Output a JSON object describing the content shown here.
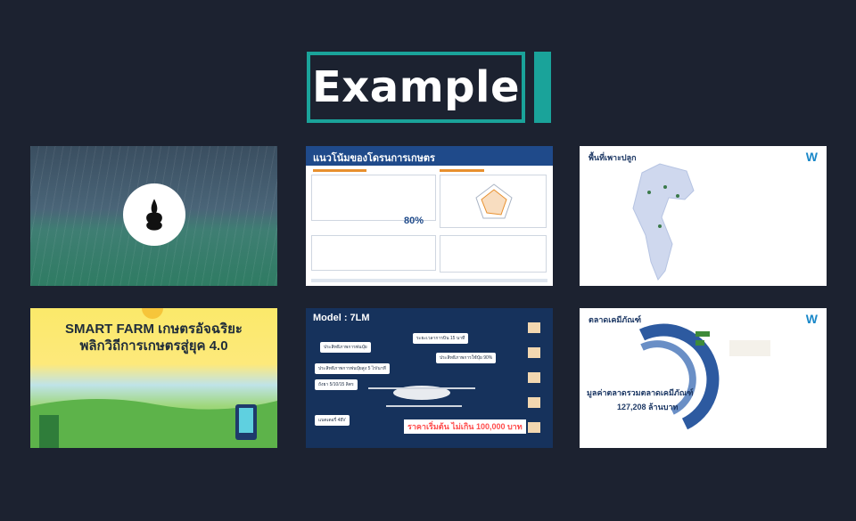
{
  "title": "Example",
  "colors": {
    "background": "#1c2230",
    "accent": "#1aa39a"
  },
  "slides": [
    {
      "id": 1,
      "kind": "cover-field-emblem"
    },
    {
      "id": 2,
      "heading": "แนวโน้มของโดรนการเกษตร",
      "stat": "80%"
    },
    {
      "id": 3,
      "heading": "พื้นที่เพาะปลูก"
    },
    {
      "id": 4,
      "line1": "SMART FARM  เกษตรอัจฉริยะ",
      "line2": "พลิกวิถีการเกษตรสู่ยุค 4.0"
    },
    {
      "id": 5,
      "heading": "Model : 7LM",
      "price": "ราคาเริ่มต้น ไม่เกิน 100,000 บาท",
      "pills": [
        "ระยะเวลาการบิน 15 นาที",
        "ประสิทธิภาพการพ่นปุ๋ย",
        "ประสิทธิภาพการใช้ปุ๋ย 90%",
        "ประสิทธิภาพการพ่นปุ๋ยสูง 5 ไร่/นาที",
        "ถังยา 5/10/15 ลิตร",
        "แบตเตอรี่ 48V"
      ]
    },
    {
      "id": 6,
      "heading": "ตลาดเคมีภัณฑ์",
      "caption": "มูลค่าตลาดรวมตลาดเคมีภัณฑ์",
      "value": "127,208 ล้านบาท"
    }
  ]
}
